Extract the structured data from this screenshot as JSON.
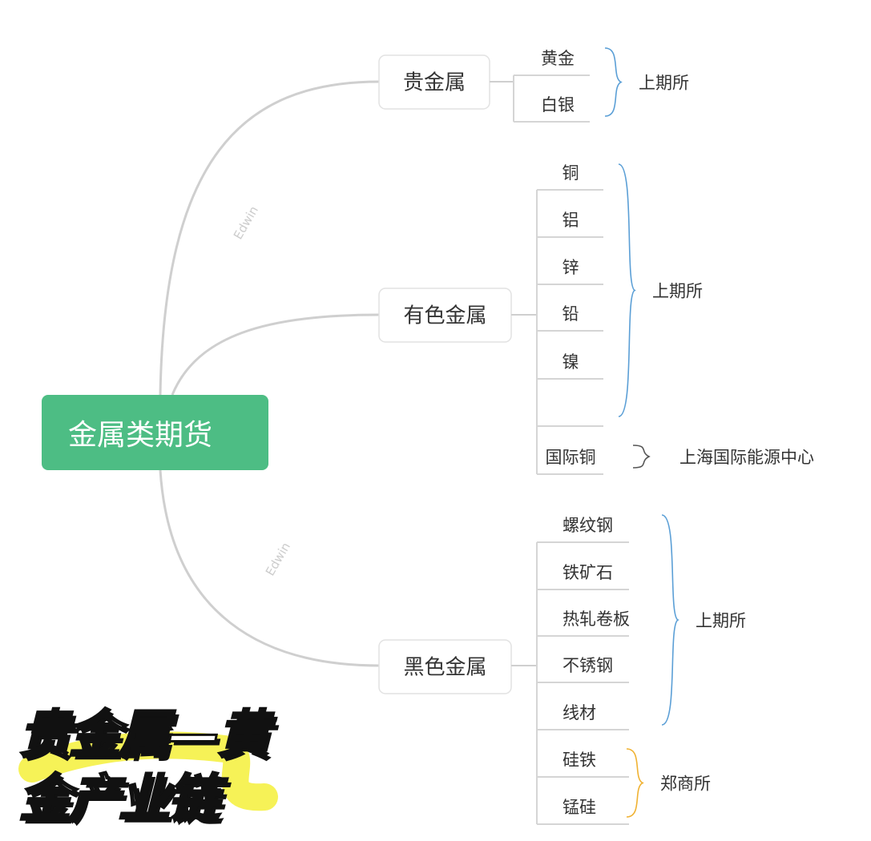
{
  "root": {
    "label": "金属类期货",
    "color": "#4dbd84"
  },
  "branches": [
    {
      "label": "贵金属",
      "items": [
        "黄金",
        "白银"
      ],
      "groups": [
        {
          "exchange": "上期所",
          "from": 0,
          "to": 1,
          "color": "#5b9fd6"
        }
      ]
    },
    {
      "label": "有色金属",
      "items": [
        "铜",
        "铝",
        "锌",
        "铅",
        "镍",
        "",
        "国际铜"
      ],
      "groups": [
        {
          "exchange": "上期所",
          "from": 0,
          "to": 5,
          "color": "#5b9fd6"
        },
        {
          "exchange": "上海国际能源中心",
          "from": 6,
          "to": 6,
          "color": "#555555"
        }
      ]
    },
    {
      "label": "黑色金属",
      "items": [
        "螺纹钢",
        "铁矿石",
        "热轧卷板",
        "不锈钢",
        "线材",
        "硅铁",
        "锰硅"
      ],
      "groups": [
        {
          "exchange": "上期所",
          "from": 0,
          "to": 4,
          "color": "#5b9fd6"
        },
        {
          "exchange": "郑商所",
          "from": 5,
          "to": 6,
          "color": "#f0b232"
        }
      ]
    }
  ],
  "watermark": "Edwin",
  "overlay_title": "贵金属—黄金产业链",
  "highlight_color": "#f5f03a"
}
